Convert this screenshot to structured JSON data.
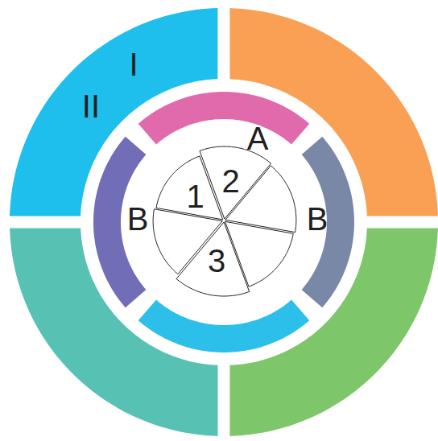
{
  "diagram": {
    "nodes": [
      {
        "text": [
          "I",
          "II"
        ]
      },
      {
        "text": [
          "1"
        ]
      },
      {
        "text": [
          "2"
        ]
      },
      {
        "text": [
          "3"
        ]
      }
    ],
    "labels": [
      "A",
      "B",
      "B"
    ]
  }
}
